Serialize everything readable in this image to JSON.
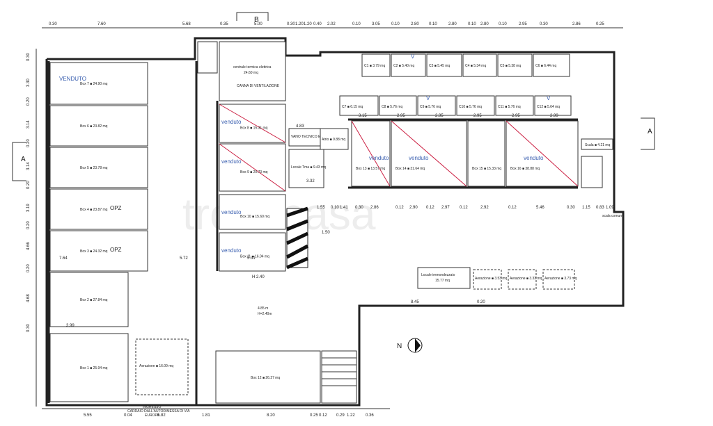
{
  "top_dims": [
    "0.30",
    "7.60",
    "5.68",
    "0.35",
    "5.00",
    "0.30",
    "1.20",
    "1.20",
    "0.40",
    "2.02",
    "0.10",
    "3.05",
    "0.10",
    "2.80",
    "0.10",
    "2.80",
    "0.10",
    "2.80",
    "0.10",
    "2.95",
    "0.30",
    "2.86",
    "0.25"
  ],
  "bottom_dims": [
    "5.55",
    "0.04",
    "5.82",
    "1.81",
    "8.20",
    "0.25",
    "0.12",
    "0.29",
    "1.22",
    "0.36"
  ],
  "left_dims": [
    "0.30",
    "3.30",
    "0.20",
    "3.14",
    "0.20",
    "3.14",
    "0.20",
    "3.19",
    "0.20",
    "4.66",
    "0.20",
    "4.68",
    "0.30"
  ],
  "section_labels": {
    "top_b": "B",
    "left_a": "A",
    "right_a": "A"
  },
  "boxes_left": [
    {
      "name": "Box 7 ■ 24.90 mq",
      "status": "VENDUTO"
    },
    {
      "name": "Box 6 ■ 23.82 mq",
      "status": ""
    },
    {
      "name": "Box 5 ■ 23.78 mq",
      "status": ""
    },
    {
      "name": "Box 4 ■ 23.87 mq",
      "status": "OPZ"
    },
    {
      "name": "Box 3 ■ 24.32 mq",
      "status": "OPZ"
    },
    {
      "name": "Box 2 ■ 27.84 mq",
      "status": ""
    },
    {
      "name": "Box 1 ■ 25.94 mq",
      "status": ""
    }
  ],
  "boxes_mid": [
    {
      "name": "Box 8 ■ 15.31 mq",
      "status": "venduto"
    },
    {
      "name": "Box 9 ■ 20.70 mq",
      "status": "venduto"
    },
    {
      "name": "Box 10 ■ 15.60 mq",
      "status": "venduto"
    },
    {
      "name": "Box 11 ■ 16.04 mq",
      "status": "venduto"
    }
  ],
  "boxes_right": [
    {
      "name": "Box 13 ■ 13.57 mq",
      "status": "venduto"
    },
    {
      "name": "Box 14 ■ 31.64 mq",
      "status": "venduto"
    },
    {
      "name": "Box 15 ■ 15.33 mq",
      "status": ""
    },
    {
      "name": "Box 16 ■ 38.88 mq",
      "status": "venduto"
    }
  ],
  "cellars_top": [
    "C1 ■ 3.79 mq",
    "C2 ■ 5.40 mq",
    "C3 ■ 5.45 mq",
    "C4 ■ 5.34 mq",
    "C5 ■ 5.38 mq",
    "C6 ■ 6.44 mq"
  ],
  "cellars_bottom": [
    "C7 ■ 6.15 mq",
    "C8 ■ 5.76 mq",
    "C9 ■ 5.76 mq",
    "C10 ■ 5.76 mq",
    "C11 ■ 5.76 mq",
    "C12 ■ 5.64 mq"
  ],
  "cellar_marks": [
    "V",
    "V",
    "V"
  ],
  "rooms": {
    "centrale": "centrale termica elettrica",
    "centrale_area": "24.60 mq",
    "canna": "CANNA DI VENTILAZIONE",
    "vano": "VANO TECNICO ELE.",
    "locale_tma": "Locale Tma ■ 9.43 mq",
    "atrio": "Atrio ■ 9.88 mq",
    "ex_box": "Box 12 ■ 26.27 mq",
    "manovra": "4.85 m",
    "manovra_h": "H=2.40m",
    "aerazione_left": "Aerazione ■ 16.00 mq",
    "locale_imm": "Locale immondezzaio",
    "locale_imm_area": "15.77 mq",
    "aeraz1": "Aerazione ■ 3.53 mq",
    "aeraz2": "Aerazione ■ 3.33 mq",
    "aeraz3": "Aerazione ■ 3.73 mq",
    "scala": "Scala ■ 4.21 mq",
    "scala_comune": "scala comune",
    "ingresso": "INGRESSO",
    "carraio": "CARRAIO DALL'AUTORIMESSA DI VIA",
    "europa": "EUROPA"
  },
  "mid_dims": [
    "1.55",
    "0.10",
    "1.41",
    "0.30",
    "2.86",
    "0.12",
    "2.90",
    "0.12",
    "2.97",
    "0.12",
    "2.92",
    "0.12",
    "5.46",
    "0.30",
    "1.15",
    "0.83",
    "1.09"
  ],
  "row_dims": [
    "3.15",
    "2.95",
    "2.95",
    "2.95",
    "2.95",
    "2.99"
  ],
  "misc_dims": [
    "5.72",
    "7.64",
    "5.31",
    "3.99",
    "8.45",
    "0.20",
    "1.50",
    "4.83",
    "3.32",
    "H 2.40"
  ],
  "watermark": "trovacasa"
}
